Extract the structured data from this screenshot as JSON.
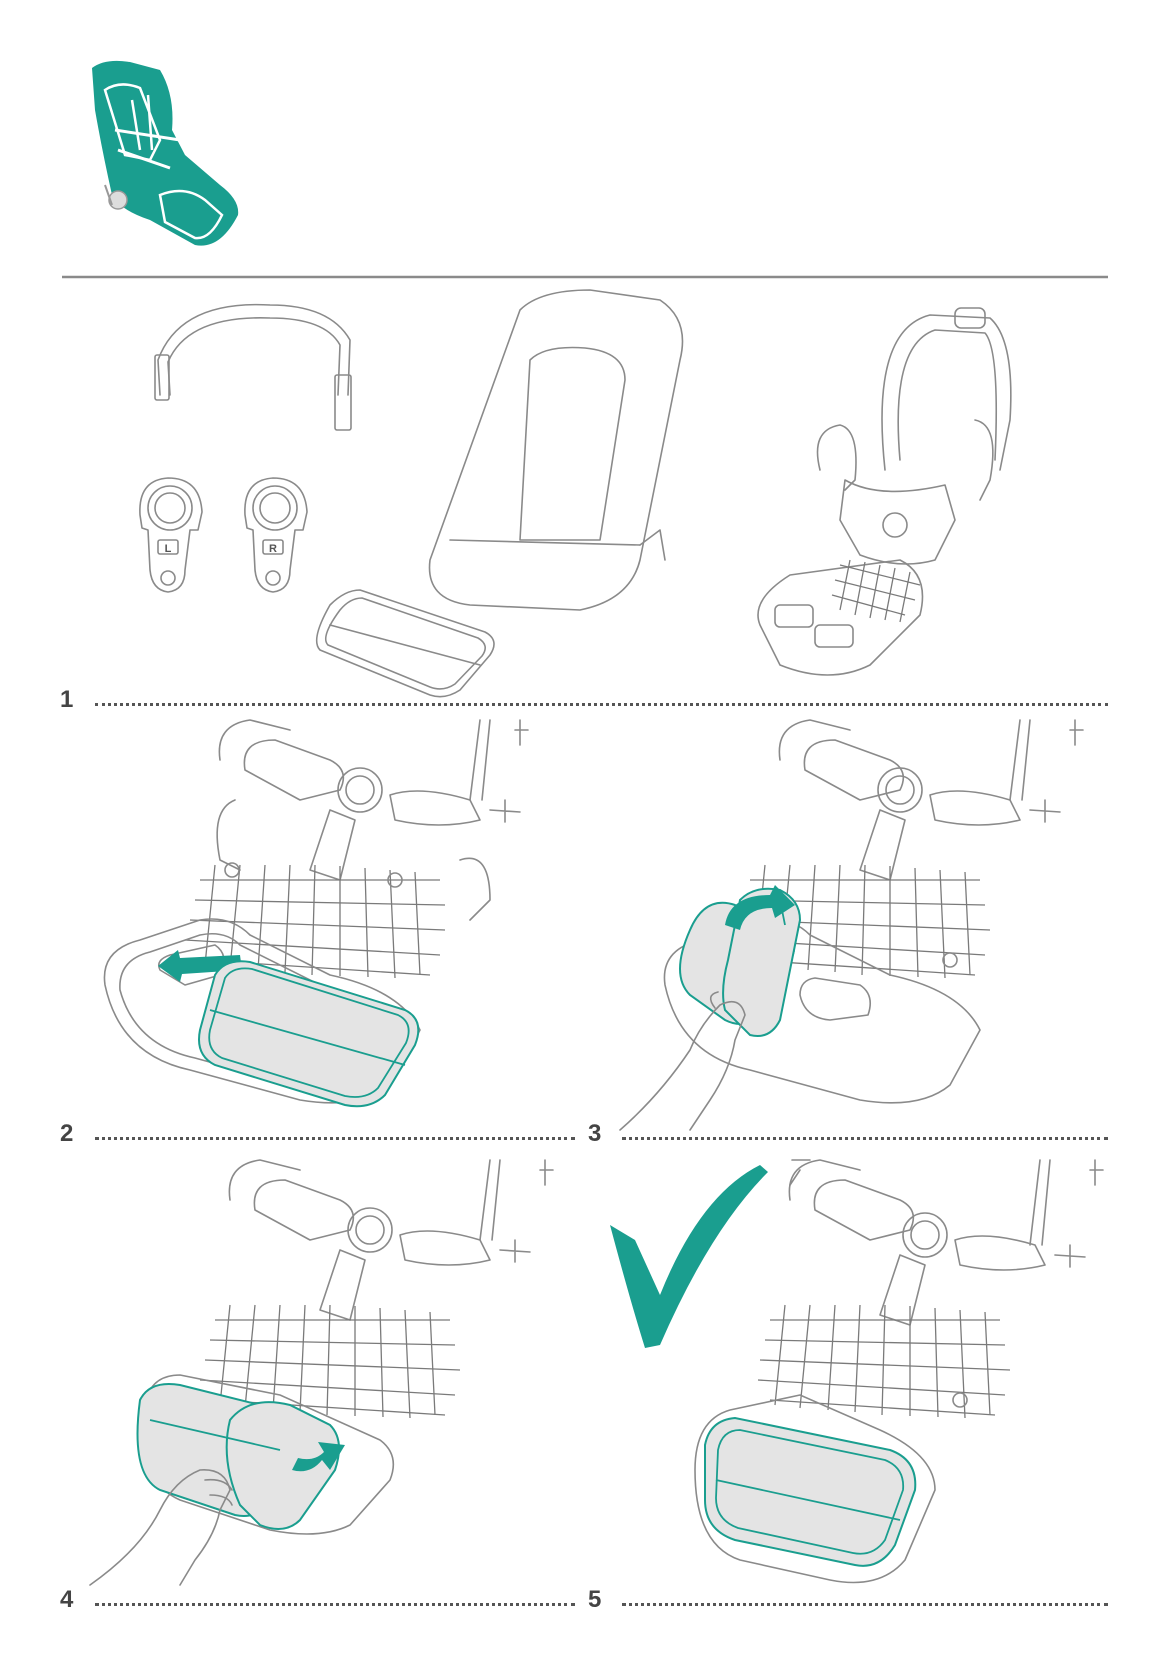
{
  "colors": {
    "accent": "#1a9e8f",
    "line": "#8a8a8a",
    "pad_fill": "#e4e4e4",
    "text": "#444444"
  },
  "clip_labels": {
    "left": "L",
    "right": "R"
  },
  "steps": [
    {
      "number": "1"
    },
    {
      "number": "2"
    },
    {
      "number": "3"
    },
    {
      "number": "4"
    },
    {
      "number": "5"
    }
  ],
  "icons": {
    "header": "seat-unit-icon",
    "done": "checkmark-icon",
    "arrow": "arrow-icon",
    "hand": "hand-icon"
  }
}
